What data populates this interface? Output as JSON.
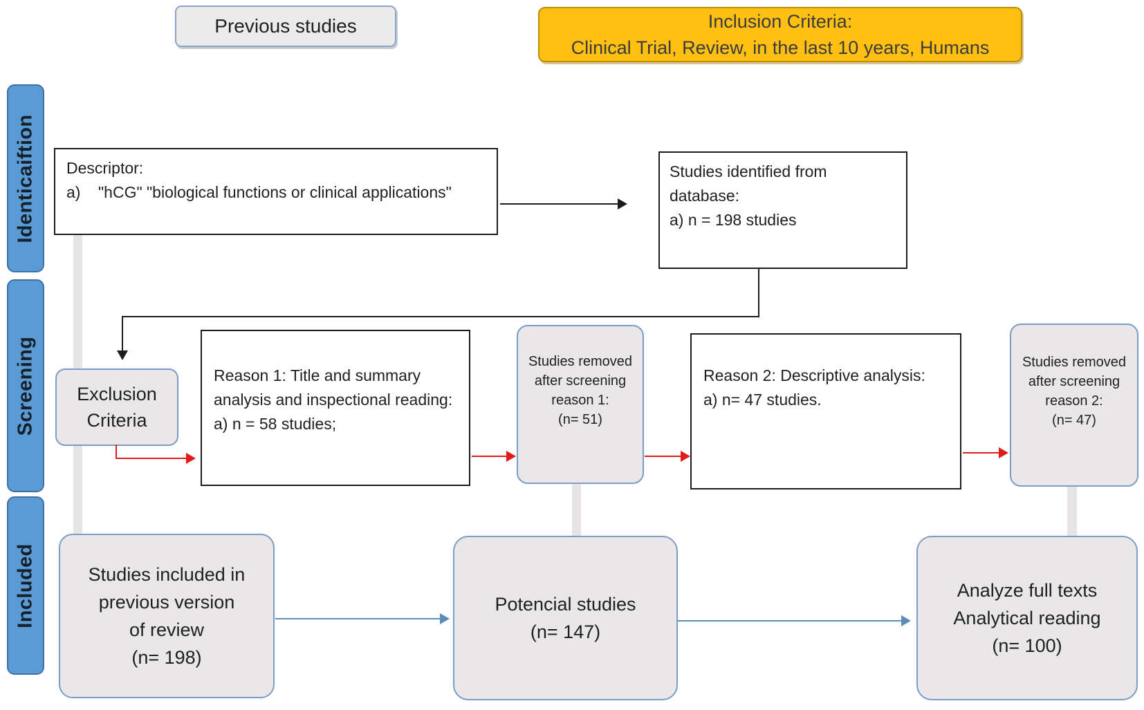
{
  "top": {
    "previous_studies": "Previous studies",
    "inclusion_criteria": {
      "line1": "Inclusion Criteria:",
      "line2": "Clinical Trial, Review, in the last 10 years, Humans"
    }
  },
  "sidebar": {
    "identification": "Identicaiftion",
    "screening": "Screening",
    "included": "Included"
  },
  "boxes": {
    "descriptor": {
      "lines": [
        "Descriptor:",
        "a)    \"hCG\" \"biological functions or clinical applications\""
      ]
    },
    "identified": {
      "lines": [
        "Studies identified from database:",
        "a) n = 198 studies"
      ]
    },
    "exclusion": {
      "lines": [
        "Exclusion",
        "Criteria"
      ]
    },
    "reason1": {
      "lines": [
        "Reason 1: Title and summary",
        "analysis and inspectional reading:",
        "a) n = 58 studies;"
      ]
    },
    "removed1": {
      "lines": [
        "Studies removed",
        "after screening",
        "reason 1:",
        "(n= 51)"
      ]
    },
    "reason2": {
      "lines": [
        "Reason 2: Descriptive analysis:",
        "a) n= 47 studies."
      ]
    },
    "removed2": {
      "lines": [
        "Studies removed",
        "after screening",
        "reason 2:",
        "(n= 47)"
      ]
    },
    "included_prev": {
      "lines": [
        "Studies included in",
        "previous version",
        "of review",
        "(n= 198)"
      ]
    },
    "potential": {
      "lines": [
        "Potencial studies",
        "(n= 147)"
      ]
    },
    "analyze": {
      "lines": [
        "Analyze full texts",
        "Analytical reading",
        "(n= 100)"
      ]
    }
  },
  "colors": {
    "sidebar_blue": "#5b9bd5",
    "inclusion_yellow": "#ffc013",
    "box_gray": "#e9e7e7",
    "box_gray_border": "#7b9cc4",
    "red_arrow": "#e01b1b",
    "blue_arrow": "#5b8db8",
    "black_line": "#1b1b1b",
    "gray_connector": "#e6e4e4"
  }
}
